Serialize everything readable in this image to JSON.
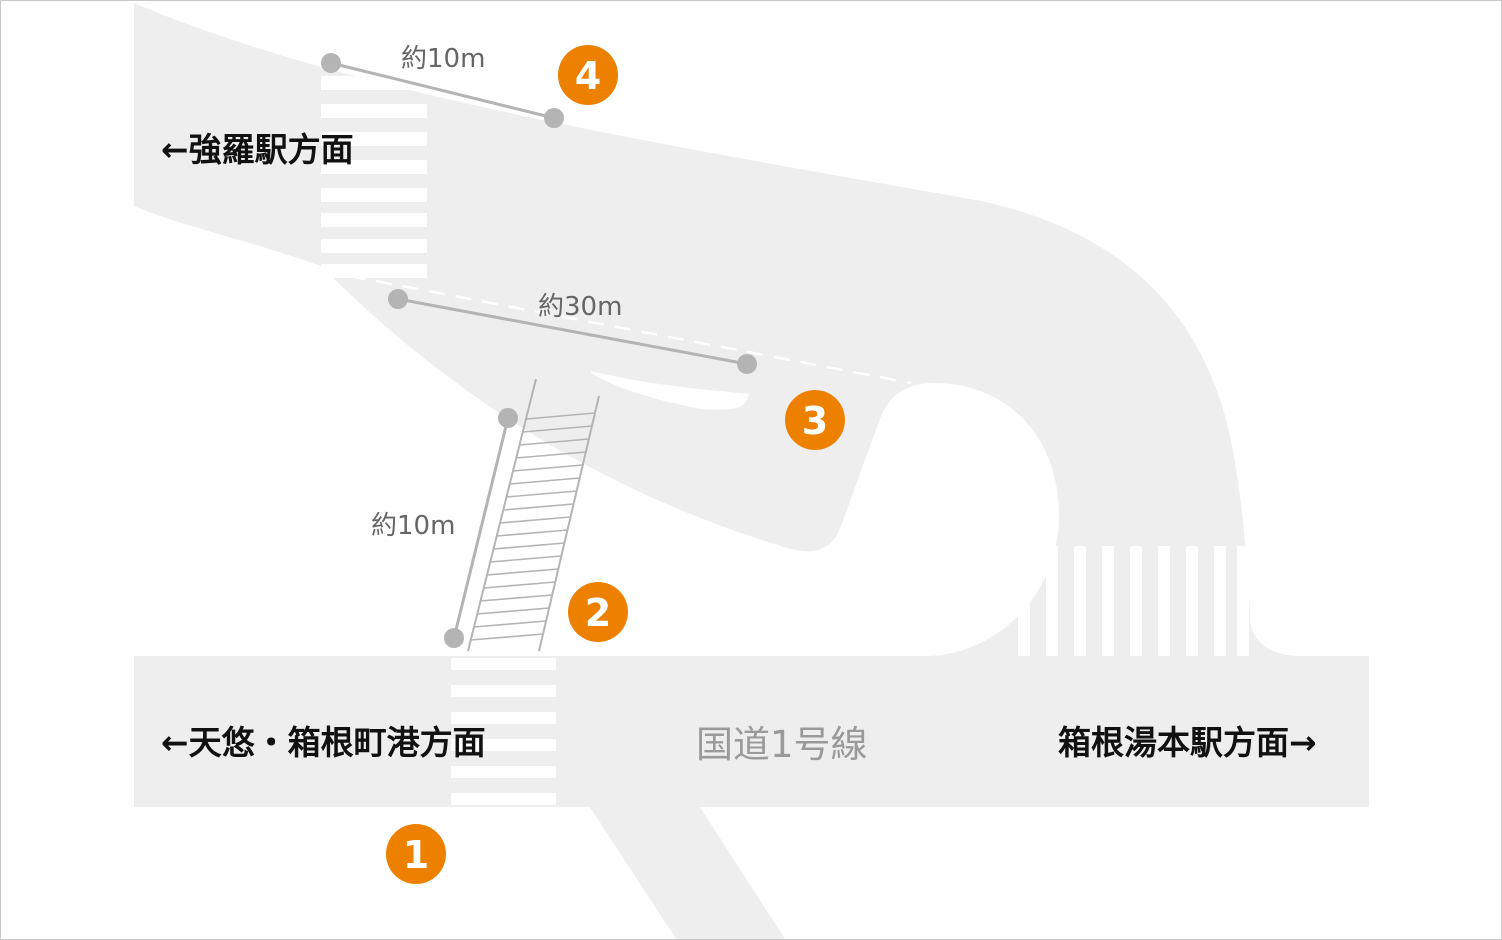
{
  "colors": {
    "road": "#eeeeee",
    "crosswalk": "#ffffff",
    "measure_line": "#b4b4b4",
    "measure_dot": "#b4b4b4",
    "badge": "#ee8000",
    "badge_text": "#ffffff",
    "direction_text": "#111111",
    "road_label_text": "#9a9a9a",
    "distance_text": "#666666",
    "frame": "#c8c8c8"
  },
  "directions": {
    "gora": "←強羅駅方面",
    "tenyu": "←天悠・箱根町港方面",
    "yumoto": "箱根湯本駅方面→"
  },
  "road_name": "国道1号線",
  "distances": {
    "d4": "約10m",
    "d3": "約30m",
    "d2": "約10m"
  },
  "markers": [
    "1",
    "2",
    "3",
    "4"
  ]
}
